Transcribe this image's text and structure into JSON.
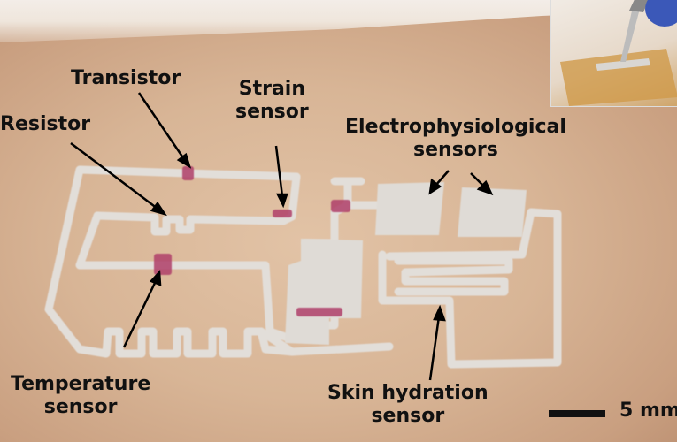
{
  "labels": {
    "transistor": "Transistor",
    "resistor": "Resistor",
    "strain": [
      "Strain",
      "sensor"
    ],
    "electro": [
      "Electrophysiological",
      "sensors"
    ],
    "temperature": [
      "Temperature",
      "sensor"
    ],
    "hydration": [
      "Skin hydration",
      "sensor"
    ]
  },
  "scale": {
    "text": "5 mm"
  },
  "colors": {
    "silver_ink": "#dedad5",
    "pink_ink": "#b0406a",
    "skin": "#d8b596"
  }
}
